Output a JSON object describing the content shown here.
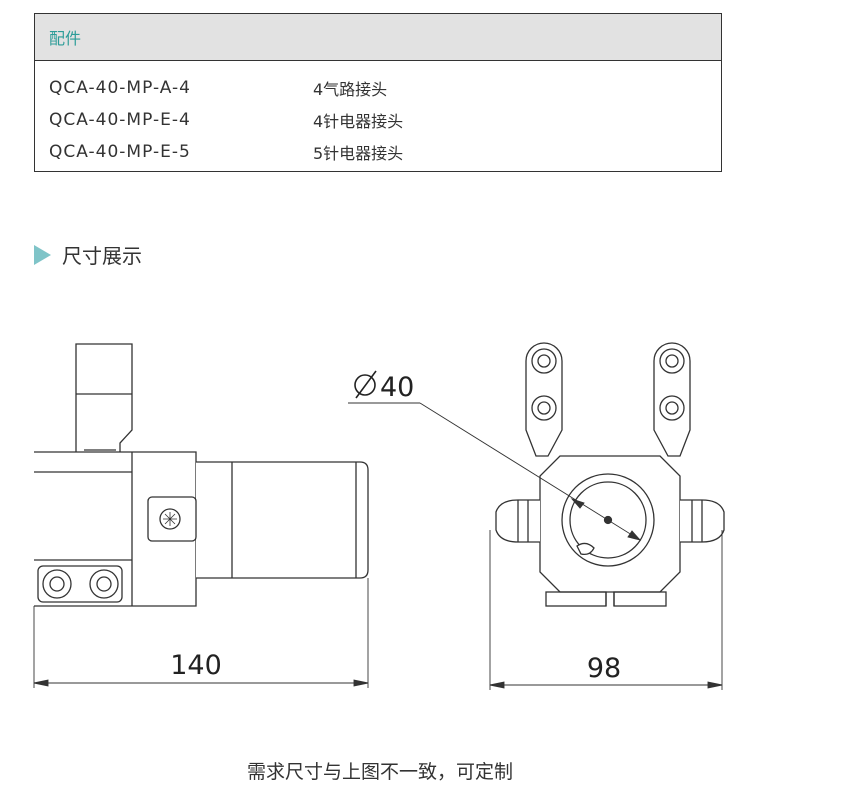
{
  "accessories": {
    "header": "配件",
    "rows": [
      {
        "code": "QCA-40-MP-A-4",
        "name": "4气路接头"
      },
      {
        "code": "QCA-40-MP-E-4",
        "name": "4针电器接头"
      },
      {
        "code": "QCA-40-MP-E-5",
        "name": "5针电器接头"
      }
    ]
  },
  "section": {
    "title": "尺寸展示"
  },
  "drawing": {
    "diameter_label": "40",
    "length_label": "140",
    "width_label": "98"
  },
  "note": "需求尺寸与上图不一致，可定制",
  "colors": {
    "accent": "#2c9c98",
    "marker": "#7fc4c8"
  }
}
